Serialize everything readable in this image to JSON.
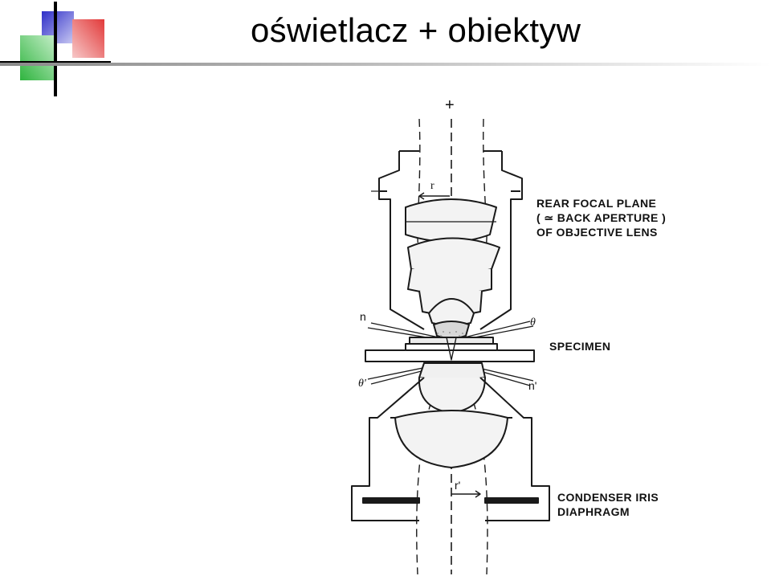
{
  "slide": {
    "title": "oświetlacz + obiektyw"
  },
  "logo": {
    "colors": {
      "blue": "#3f3fd0",
      "red": "#e84a4a",
      "green": "#3fbf4f",
      "cross": "#000000"
    }
  },
  "diagram": {
    "top_symbol": "+",
    "labels": {
      "rear_focal_plane": [
        "REAR FOCAL PLANE",
        "( ≃ BACK APERTURE )",
        "OF OBJECTIVE LENS"
      ],
      "specimen": "SPECIMEN",
      "condenser": [
        "CONDENSER IRIS",
        "DIAPHRAGM"
      ]
    },
    "symbols": {
      "r": "r",
      "r_prime": "r'",
      "n": "n",
      "theta": "θ",
      "theta_prime": "θ'",
      "n_prime": "n'"
    }
  }
}
